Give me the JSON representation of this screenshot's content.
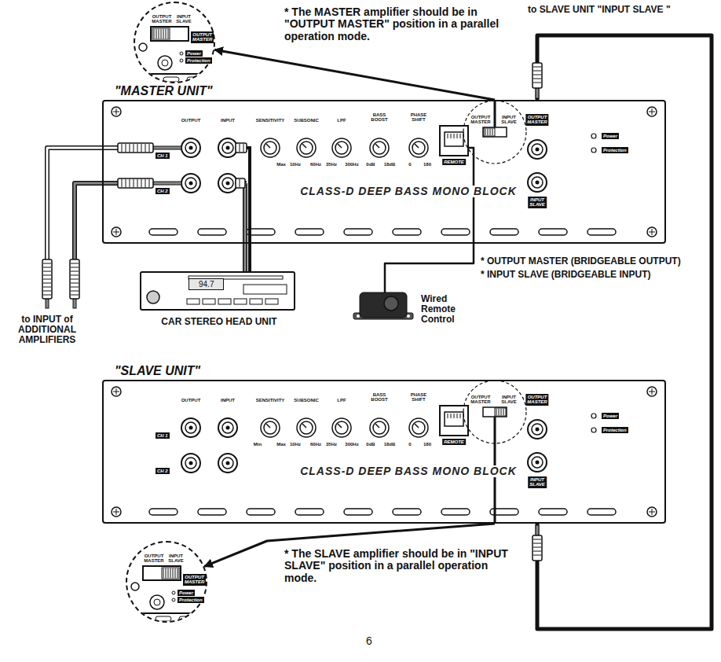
{
  "diagram": {
    "nodes": [
      {
        "text": [
          "OUTPUT MASTER",
          "INPUT SLAVE"
        ]
      },
      {
        "text": [
          "\"MASTER UNIT\""
        ]
      },
      {
        "text": [
          "94.7",
          "CAR STEREO HEAD UNIT"
        ]
      },
      {
        "text": [
          "Wired Remote Control"
        ]
      },
      {
        "text": [
          "\"SLAVE UNIT\""
        ]
      },
      {
        "text": [
          "OUTPUT MASTER",
          "INPUT SLAVE"
        ]
      }
    ],
    "edges": [
      {
        "from": 2,
        "to": 1,
        "arrow": "none"
      },
      {
        "from": 3,
        "to": 1,
        "arrow": "none"
      },
      {
        "from": 1,
        "to": 4,
        "arrow": "none"
      },
      {
        "from": 1,
        "to": 0,
        "arrow": "to"
      },
      {
        "from": 4,
        "to": 5,
        "arrow": "to"
      }
    ],
    "labels": [
      "OUTPUT",
      "INPUT",
      "SENSITIVITY",
      "SUBSONIC",
      "LPF",
      "BASS BOOST",
      "PHASE SHIFT",
      "CH 1",
      "CH 2",
      "Max",
      "10Hz",
      "60Hz",
      "35Hz",
      "300Hz",
      "0dB",
      "18dB",
      "0",
      "180",
      "REMOTE",
      "OUTPUT MASTER",
      "INPUT SLAVE",
      "OUTPUT MASTER",
      "INPUT SLAVE",
      "Power",
      "Protection",
      "CLASS-D DEEP BASS MONO BLOCK",
      "OUTPUT",
      "INPUT",
      "SENSITIVITY",
      "SUBSONIC",
      "LPF",
      "BASS BOOST",
      "PHASE SHIFT",
      "CH 1",
      "CH 2",
      "Max",
      "10Hz",
      "60Hz",
      "35Hz",
      "300Hz",
      "0dB",
      "18dB",
      "0",
      "180",
      "REMOTE",
      "OUTPUT MASTER",
      "INPUT SLAVE",
      "OUTPUT MASTER",
      "INPUT SLAVE",
      "Power",
      "Protection",
      "CLASS-D DEEP BASS MONO BLOCK",
      "Min",
      "* The MASTER amplifier should be in \"OUTPUT MASTER\" position in a parallel operation mode.",
      "to SLAVE UNIT \"INPUT SLAVE \"",
      "* OUTPUT MASTER (BRIDGEABLE OUTPUT)",
      "* INPUT SLAVE (BRIDGEABLE INPUT)",
      "to INPUT of ADDITIONAL AMPLIFIERS",
      "OUTPUT MASTER",
      "Power",
      "Protection",
      "OUTPUT MASTER",
      "Power",
      "Protection",
      "* The SLAVE amplifier should be in \"INPUT SLAVE\" position in a parallel operation mode.",
      "6"
    ]
  }
}
